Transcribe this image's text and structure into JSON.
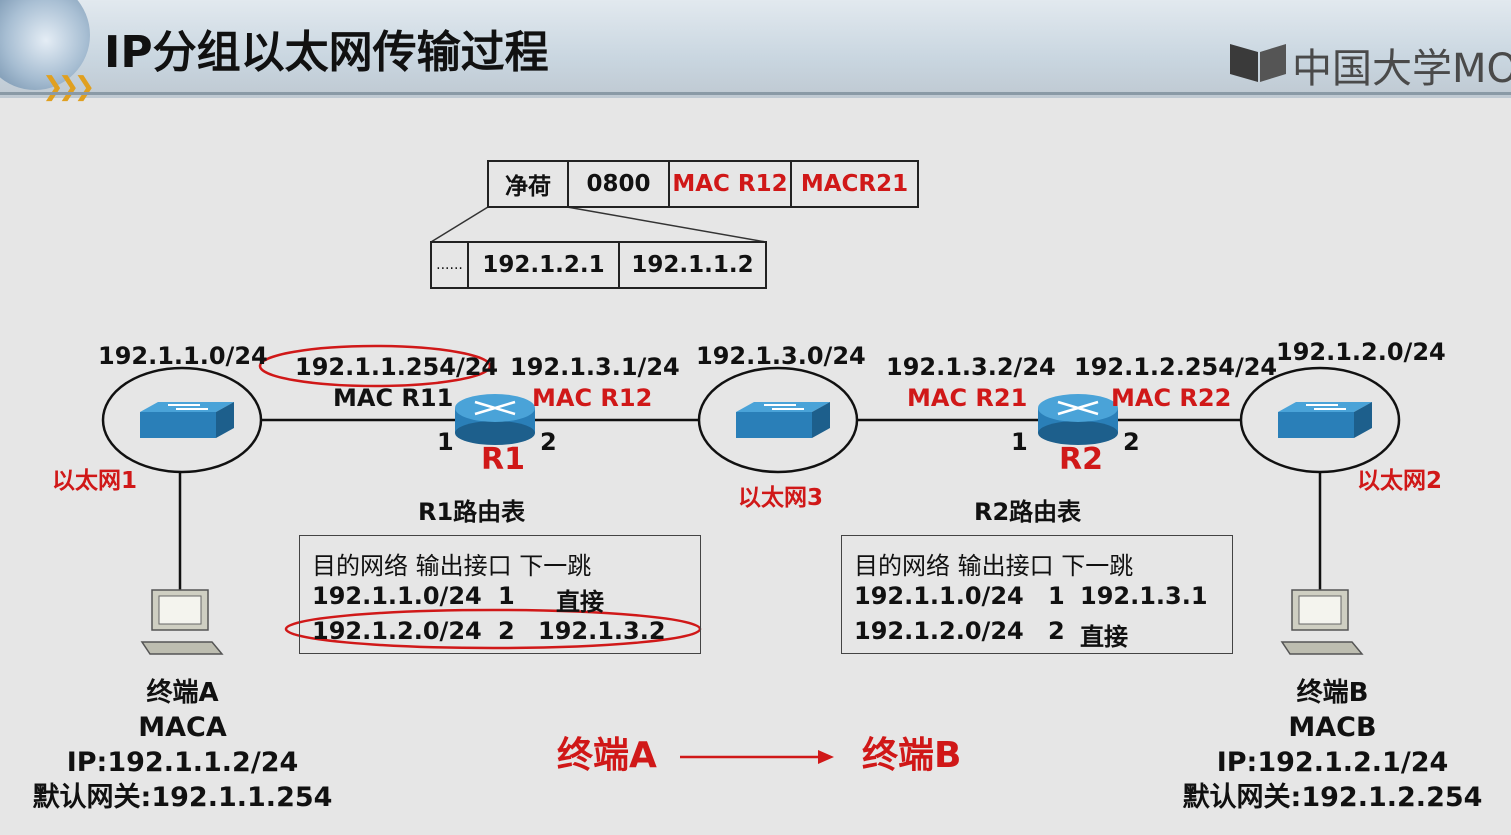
{
  "header": {
    "title": "IP分组以太网传输过程",
    "logo_text": "中国大学MO"
  },
  "frame": {
    "cells": [
      "净荷",
      "0800",
      "MAC R12",
      "MACR21"
    ],
    "ip_cells": [
      "......",
      "192.1.2.1",
      "192.1.1.2"
    ]
  },
  "networks": {
    "net1": {
      "prefix": "192.1.1.0/24",
      "label": "以太网1"
    },
    "net3": {
      "prefix": "192.1.3.0/24",
      "label": "以太网3"
    },
    "net2": {
      "prefix": "192.1.2.0/24",
      "label": "以太网2"
    }
  },
  "routers": {
    "r1": {
      "name": "R1",
      "if1_ip": "192.1.1.254/24",
      "if1_mac": "MAC R11",
      "if2_ip": "192.1.3.1/24",
      "if2_mac": "MAC R12",
      "port1": "1",
      "port2": "2"
    },
    "r2": {
      "name": "R2",
      "if1_ip": "192.1.3.2/24",
      "if1_mac": "MAC R21",
      "if2_ip": "192.1.2.254/24",
      "if2_mac": "MAC R22",
      "port1": "1",
      "port2": "2"
    }
  },
  "routing_tables": {
    "r1": {
      "title": "R1路由表",
      "header": "目的网络  输出接口 下一跳",
      "rows": [
        {
          "dest": "192.1.1.0/24",
          "iface": "1",
          "next": "直接"
        },
        {
          "dest": "192.1.2.0/24",
          "iface": "2",
          "next": "192.1.3.2"
        }
      ]
    },
    "r2": {
      "title": "R2路由表",
      "header": "目的网络  输出接口 下一跳",
      "rows": [
        {
          "dest": "192.1.1.0/24",
          "iface": "1",
          "next": "192.1.3.1"
        },
        {
          "dest": "192.1.2.0/24",
          "iface": "2",
          "next": "直接"
        }
      ]
    }
  },
  "hosts": {
    "a": {
      "name": "终端A",
      "mac": "MACA",
      "ip": "IP:192.1.1.2/24",
      "gateway": "默认网关:192.1.1.254"
    },
    "b": {
      "name": "终端B",
      "mac": "MACB",
      "ip": "IP:192.1.2.1/24",
      "gateway": "默认网关:192.1.2.254"
    }
  },
  "flow": {
    "from": "终端A",
    "to": "终端B"
  },
  "colors": {
    "highlight": "#d01818",
    "device_blue": "#2a7fb8"
  }
}
